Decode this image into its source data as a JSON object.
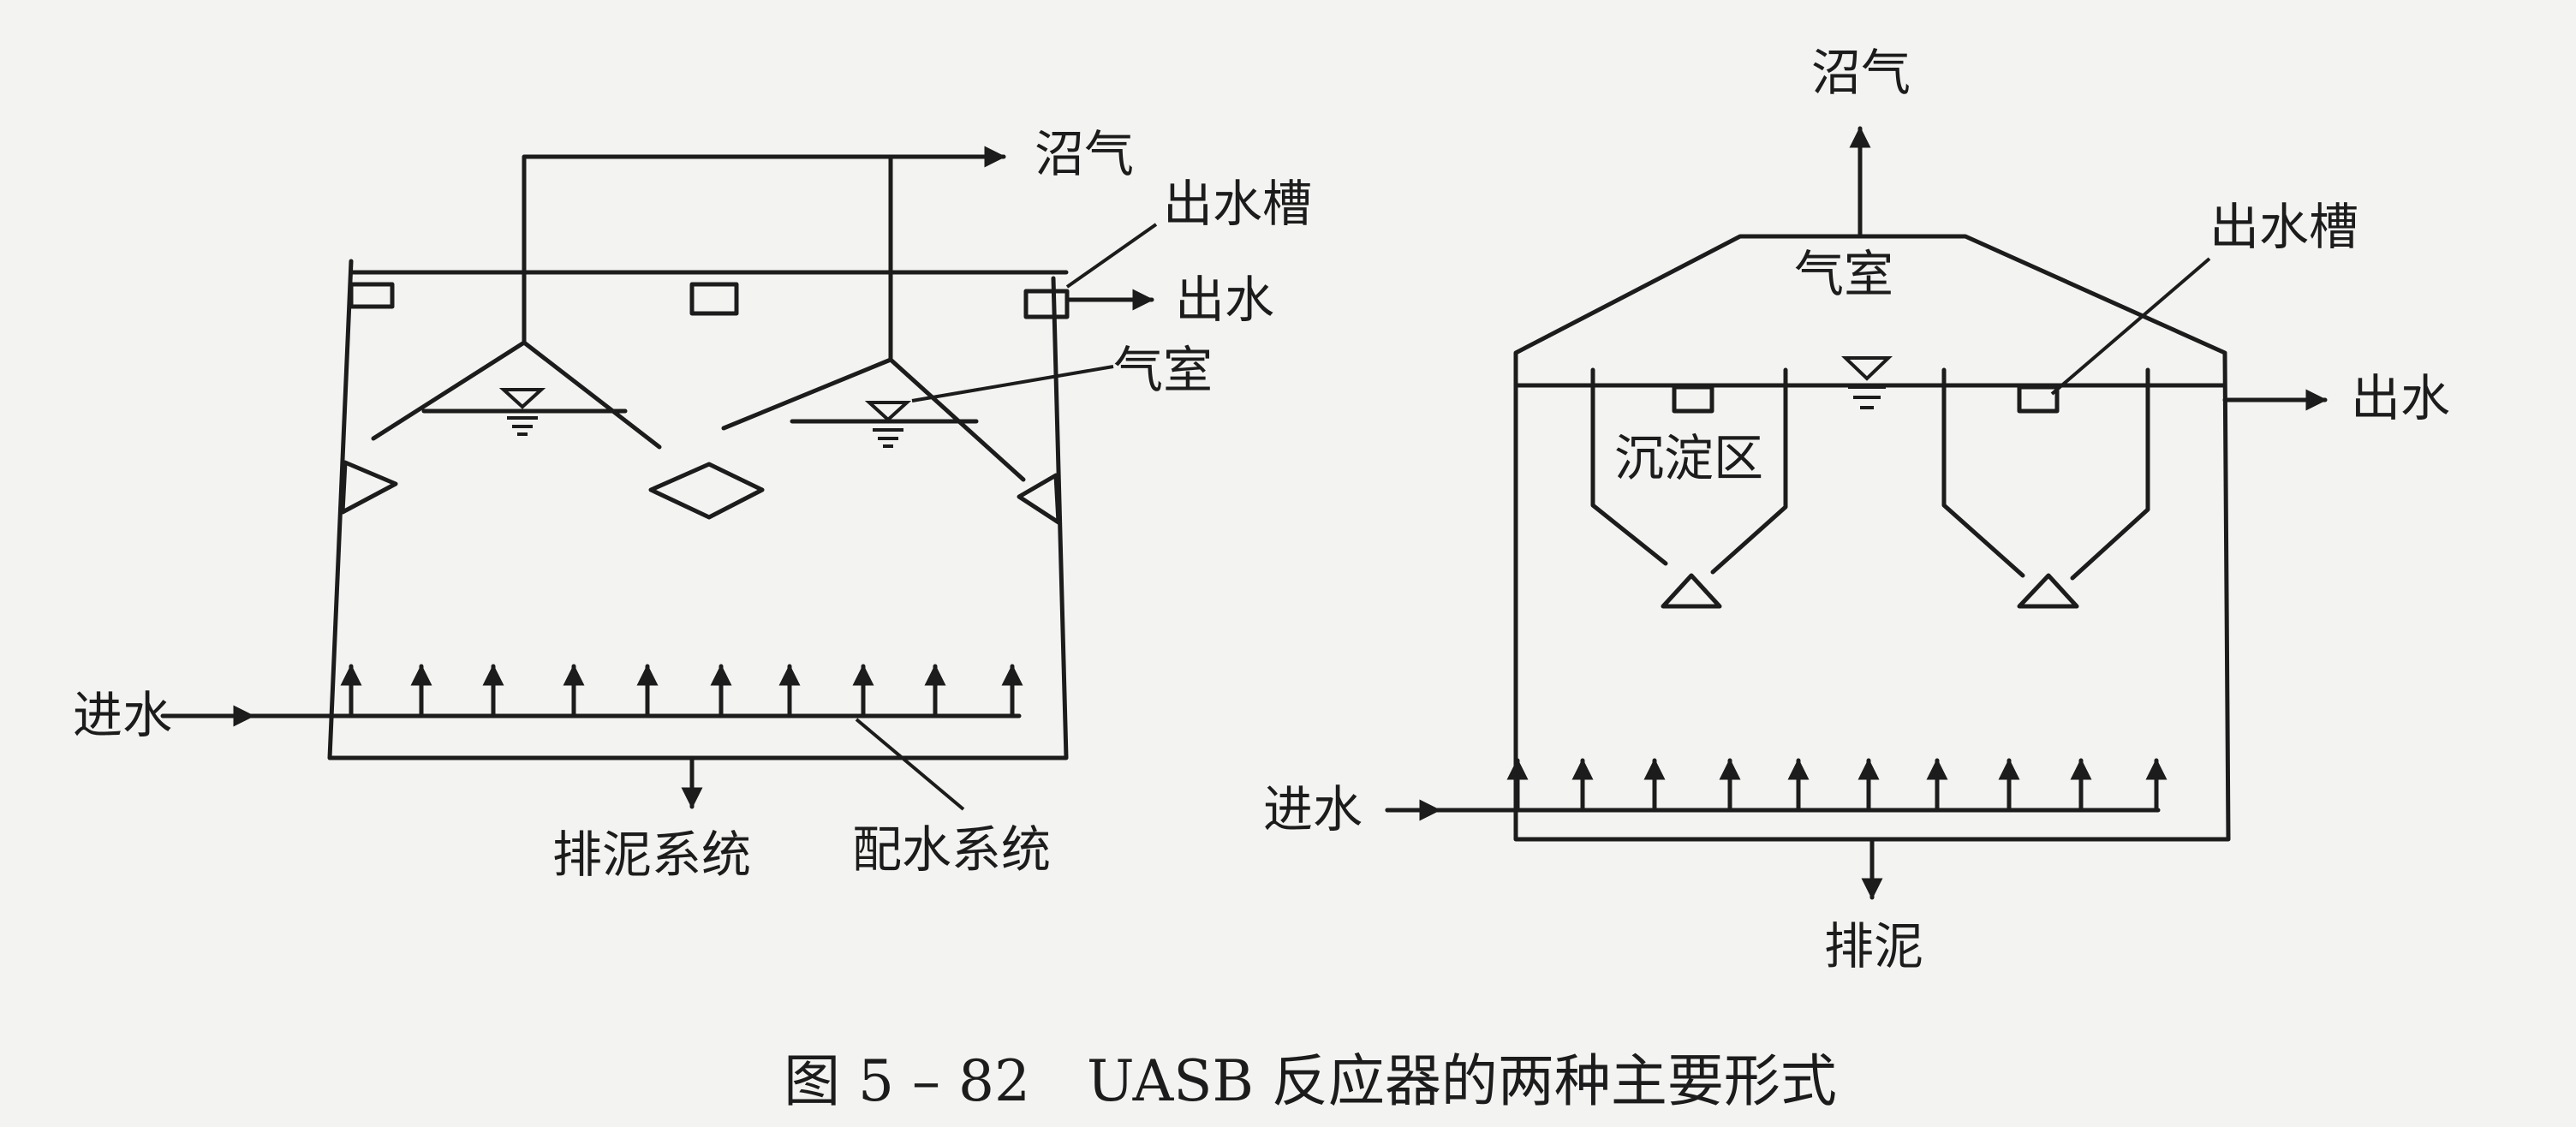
{
  "figure": {
    "caption": "图 5 – 82　UASB 反应器的两种主要形式"
  },
  "left_reactor": {
    "biogas": "沼气",
    "outlet_trough": "出水槽",
    "outflow": "出水",
    "gas_chamber": "气室",
    "inflow": "进水",
    "sludge_system": "排泥系统",
    "water_distribution_system": "配水系统"
  },
  "right_reactor": {
    "biogas": "沼气",
    "gas_chamber": "气室",
    "outlet_trough": "出水槽",
    "outflow": "出水",
    "settling_zone": "沉淀区",
    "inflow": "进水",
    "sludge_discharge": "排泥"
  }
}
